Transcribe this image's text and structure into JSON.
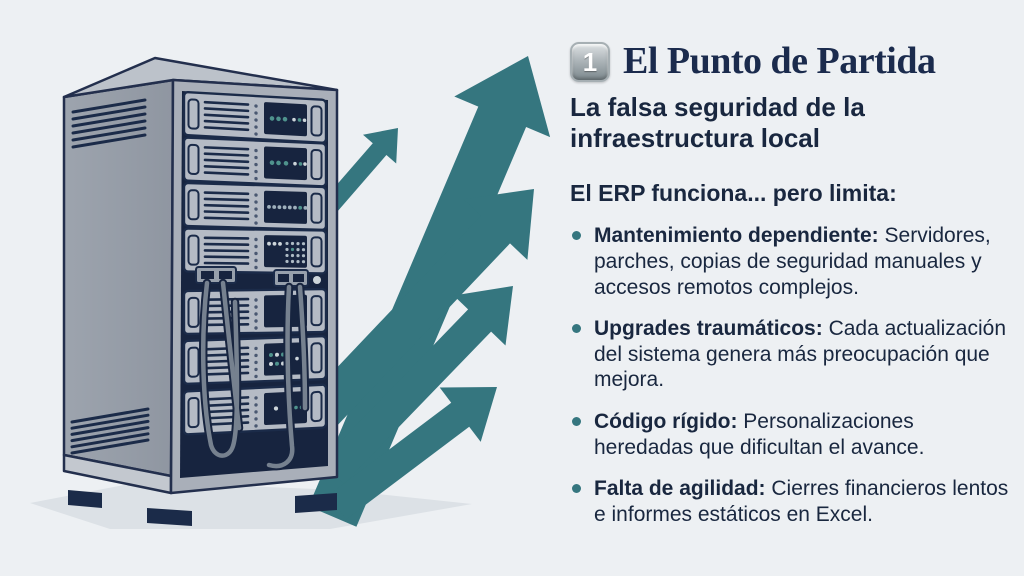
{
  "page": {
    "background_color": "#edf0f3",
    "accent_teal": "#35767f",
    "text_navy": "#1a2742"
  },
  "header": {
    "step_badge": "1",
    "title": "El Punto de Partida",
    "subtitle": "La falsa seguridad de la infraestructura local"
  },
  "body": {
    "intro": "El ERP funciona... pero limita:",
    "bullets": [
      {
        "lead": "Mantenimiento dependiente:",
        "rest": " Servidores, parches, copias de seguridad manuales y accesos remotos complejos."
      },
      {
        "lead": "Upgrades traumáticos:",
        "rest": " Cada actualización del sistema genera más preocupación que mejora."
      },
      {
        "lead": "Código rígido:",
        "rest": " Personalizaciones heredadas que dificultan el avance."
      },
      {
        "lead": "Falta de agilidad:",
        "rest": " Cierres financieros lentos e informes estáticos en Excel."
      }
    ]
  },
  "illustration": {
    "icon": "server-rack-with-growth-arrows",
    "arrow_color": "#35767f",
    "rack_front_color": "#17243f",
    "rack_body_color": "#9aa1ab",
    "led_color": "#4f938d"
  }
}
